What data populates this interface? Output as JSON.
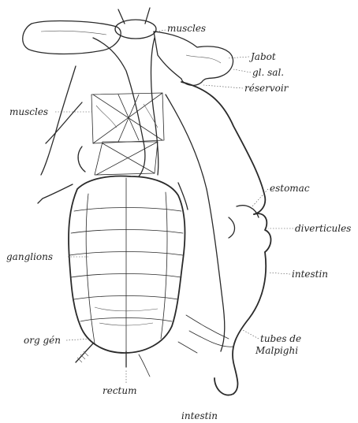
{
  "labels": {
    "muscles_top": "muscles",
    "jabot": "Jabot",
    "gl_sal": "gl. sal.",
    "reservoir": "réservoir",
    "muscles_left": "muscles",
    "estomac": "estomac",
    "diverticules": "diverticules",
    "ganglions": "ganglions",
    "intestin_right": "intestin",
    "org_gen": "org gén",
    "tubes_de": "tubes de",
    "malpighi": "Malpighi",
    "rectum": "rectum",
    "intestin_bottom": "intestin"
  }
}
